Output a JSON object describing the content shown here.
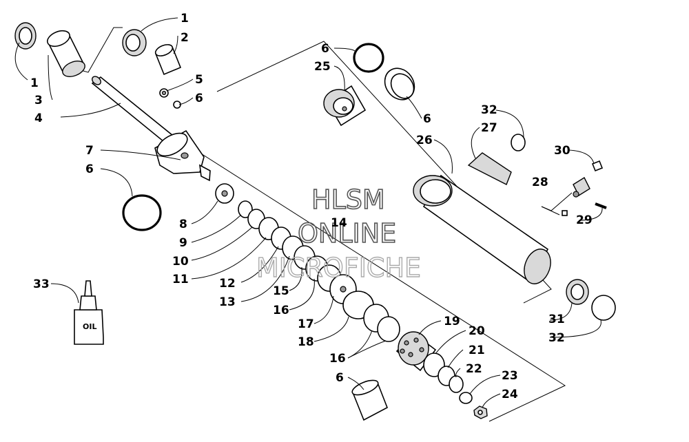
{
  "watermark": {
    "line1": "HLSM",
    "line2": "ONLINE",
    "line3": "MICROFICHE"
  },
  "bottle_label": "OIL",
  "callouts": [
    {
      "id": "c1a",
      "text": "1"
    },
    {
      "id": "c2",
      "text": "2"
    },
    {
      "id": "c1b",
      "text": "1"
    },
    {
      "id": "c3",
      "text": "3"
    },
    {
      "id": "c4",
      "text": "4"
    },
    {
      "id": "c5",
      "text": "5"
    },
    {
      "id": "c6a",
      "text": "6"
    },
    {
      "id": "c7",
      "text": "7"
    },
    {
      "id": "c6b",
      "text": "6"
    },
    {
      "id": "c8",
      "text": "8"
    },
    {
      "id": "c9",
      "text": "9"
    },
    {
      "id": "c10",
      "text": "10"
    },
    {
      "id": "c11",
      "text": "11"
    },
    {
      "id": "c12",
      "text": "12"
    },
    {
      "id": "c13",
      "text": "13"
    },
    {
      "id": "c14",
      "text": "14"
    },
    {
      "id": "c15",
      "text": "15"
    },
    {
      "id": "c16a",
      "text": "16"
    },
    {
      "id": "c17",
      "text": "17"
    },
    {
      "id": "c18",
      "text": "18"
    },
    {
      "id": "c16b",
      "text": "16"
    },
    {
      "id": "c6c",
      "text": "6"
    },
    {
      "id": "c19",
      "text": "19"
    },
    {
      "id": "c20",
      "text": "20"
    },
    {
      "id": "c21",
      "text": "21"
    },
    {
      "id": "c22",
      "text": "22"
    },
    {
      "id": "c23",
      "text": "23"
    },
    {
      "id": "c24",
      "text": "24"
    },
    {
      "id": "c33",
      "text": "33"
    },
    {
      "id": "c6d",
      "text": "6"
    },
    {
      "id": "c25",
      "text": "25"
    },
    {
      "id": "c6e",
      "text": "6"
    },
    {
      "id": "c26",
      "text": "26"
    },
    {
      "id": "c27",
      "text": "27"
    },
    {
      "id": "c32a",
      "text": "32"
    },
    {
      "id": "c30",
      "text": "30"
    },
    {
      "id": "c28",
      "text": "28"
    },
    {
      "id": "c29",
      "text": "29"
    },
    {
      "id": "c31",
      "text": "31"
    },
    {
      "id": "c32b",
      "text": "32"
    }
  ]
}
